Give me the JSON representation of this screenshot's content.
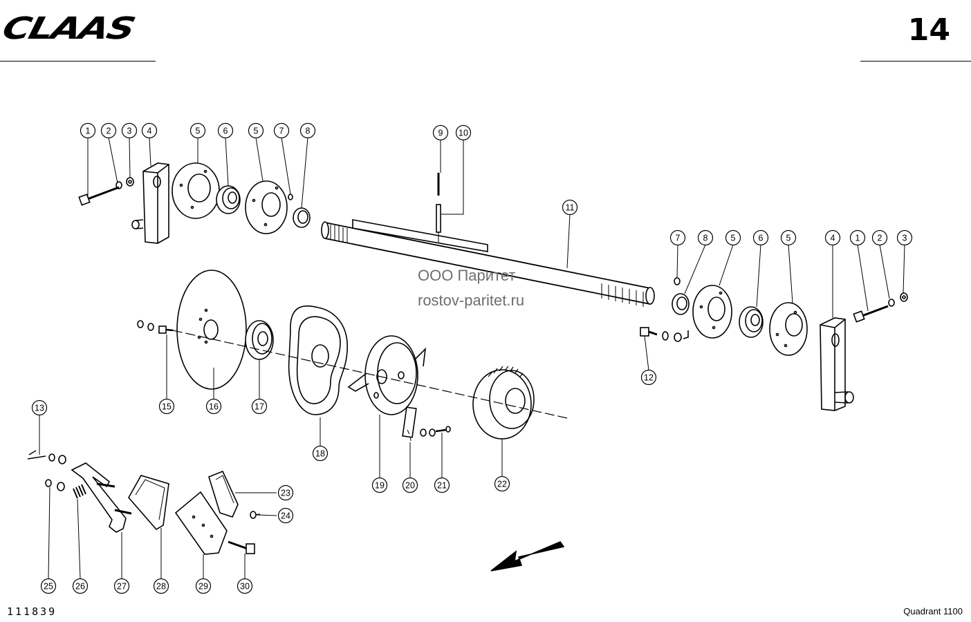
{
  "header": {
    "brand": "CLAAS",
    "page_number": "14"
  },
  "footer": {
    "figure_number": "111839",
    "model": "Quadrant 1100"
  },
  "watermark": {
    "line1": "ООО Паритет",
    "line2": "rostov-paritet.ru"
  },
  "callouts": [
    {
      "id": "c1a",
      "label": "1"
    },
    {
      "id": "c2a",
      "label": "2"
    },
    {
      "id": "c3a",
      "label": "3"
    },
    {
      "id": "c4a",
      "label": "4"
    },
    {
      "id": "c5a",
      "label": "5"
    },
    {
      "id": "c6a",
      "label": "6"
    },
    {
      "id": "c5b",
      "label": "5"
    },
    {
      "id": "c7a",
      "label": "7"
    },
    {
      "id": "c8a",
      "label": "8"
    },
    {
      "id": "c9",
      "label": "9"
    },
    {
      "id": "c10",
      "label": "10"
    },
    {
      "id": "c11",
      "label": "11"
    },
    {
      "id": "c7b",
      "label": "7"
    },
    {
      "id": "c8b",
      "label": "8"
    },
    {
      "id": "c5c",
      "label": "5"
    },
    {
      "id": "c6b",
      "label": "6"
    },
    {
      "id": "c5d",
      "label": "5"
    },
    {
      "id": "c4b",
      "label": "4"
    },
    {
      "id": "c1b",
      "label": "1"
    },
    {
      "id": "c2b",
      "label": "2"
    },
    {
      "id": "c3b",
      "label": "3"
    },
    {
      "id": "c12",
      "label": "12"
    },
    {
      "id": "c13",
      "label": "13"
    },
    {
      "id": "c15",
      "label": "15"
    },
    {
      "id": "c16",
      "label": "16"
    },
    {
      "id": "c17",
      "label": "17"
    },
    {
      "id": "c18",
      "label": "18"
    },
    {
      "id": "c19",
      "label": "19"
    },
    {
      "id": "c20",
      "label": "20"
    },
    {
      "id": "c21",
      "label": "21"
    },
    {
      "id": "c22",
      "label": "22"
    },
    {
      "id": "c23",
      "label": "23"
    },
    {
      "id": "c24",
      "label": "24"
    },
    {
      "id": "c25",
      "label": "25"
    },
    {
      "id": "c26",
      "label": "26"
    },
    {
      "id": "c27",
      "label": "27"
    },
    {
      "id": "c28",
      "label": "28"
    },
    {
      "id": "c29",
      "label": "29"
    },
    {
      "id": "c30",
      "label": "30"
    }
  ]
}
